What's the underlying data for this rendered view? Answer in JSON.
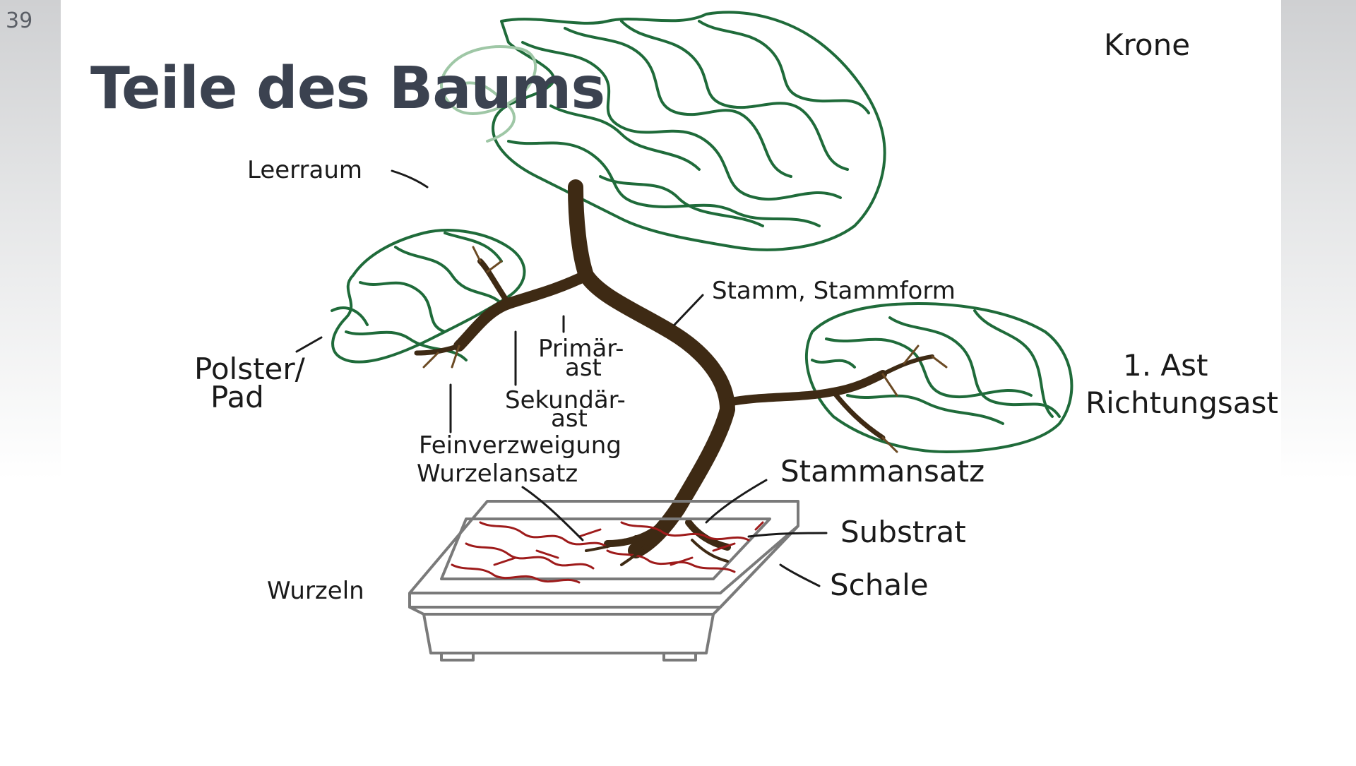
{
  "slide": {
    "number": "39",
    "title": "Teile des Baums"
  },
  "labels": {
    "krone": "Krone",
    "leerraum": "Leerraum",
    "stamm": "Stamm, Stammform",
    "primaerast_1": "Primär-",
    "primaerast_2": "ast",
    "polster_1": "Polster/",
    "polster_2": "Pad",
    "sekundaerast_1": "Sekundär-",
    "sekundaerast_2": "ast",
    "feinverzweigung": "Feinverzweigung",
    "wurzelansatz": "Wurzelansatz",
    "ast1": "1. Ast",
    "richtungsast": "Richtungsast",
    "stammansatz": "Stammansatz",
    "substrat": "Substrat",
    "schale": "Schale",
    "wurzeln": "Wurzeln"
  },
  "colors": {
    "foliage": "#1f6b3a",
    "foliage_light": "#9fc7a6",
    "trunk": "#3e2a14",
    "soil": "#9e1b1b",
    "pot": "#7a7a7a",
    "title": "#3b4250"
  }
}
